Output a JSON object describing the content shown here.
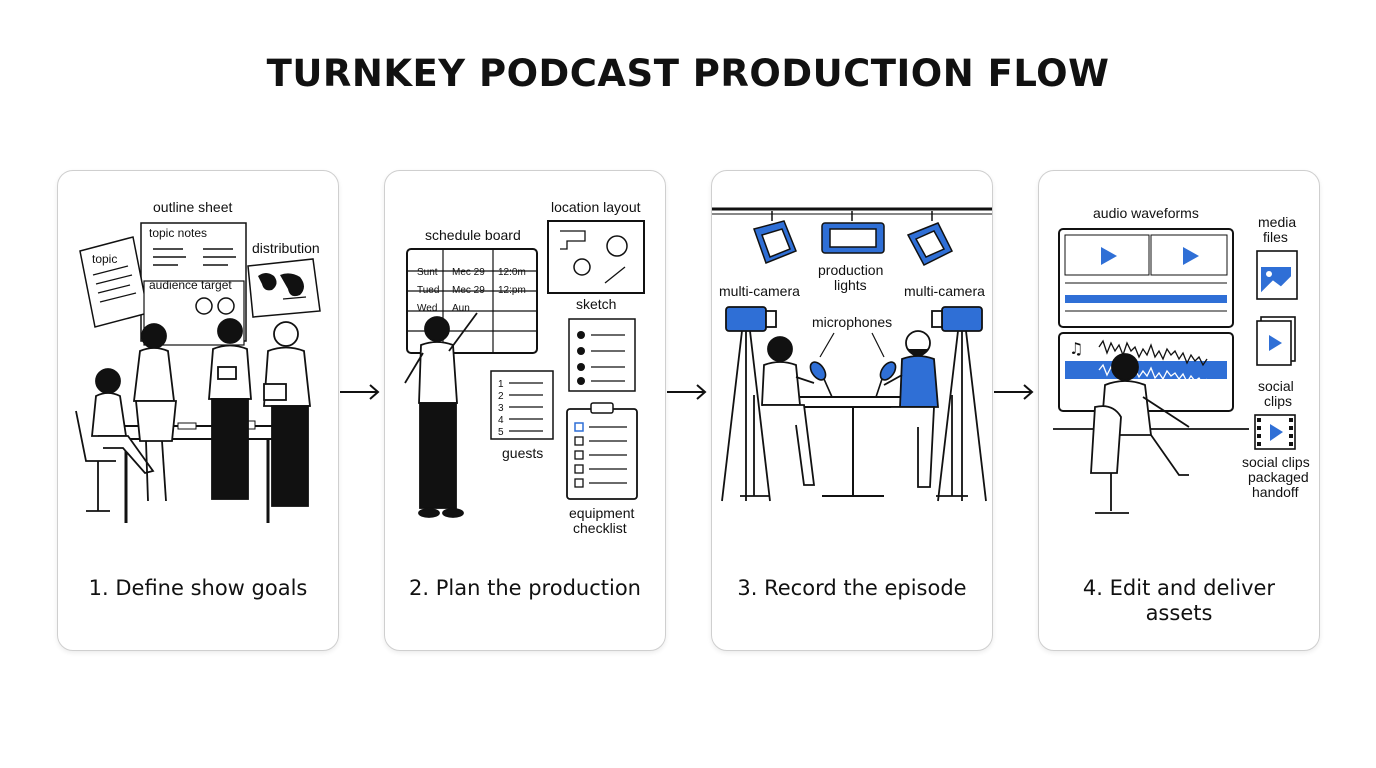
{
  "title": "TURNKEY PODCAST PRODUCTION FLOW",
  "accent_color": "#2f6fd6",
  "steps": [
    {
      "label": "1. Define show goals",
      "annotations": {
        "outline_sheet": "outline sheet",
        "topic_notes": "topic notes",
        "topic": "topic",
        "distribution": "distribution",
        "audience_target": "audience target"
      }
    },
    {
      "label": "2. Plan the production",
      "annotations": {
        "location_layout": "location layout",
        "schedule_board": "schedule board",
        "sketch": "sketch",
        "guests": "guests",
        "equipment_checklist_1": "equipment",
        "equipment_checklist_2": "checklist"
      },
      "schedule": [
        [
          "Sunt",
          "Mec 29",
          "12:0m"
        ],
        [
          "Tued",
          "Mec 29",
          "12:pm"
        ],
        [
          "Wed",
          "Aun",
          ""
        ]
      ],
      "guest_numbers": [
        "1",
        "2",
        "3",
        "4",
        "5"
      ]
    },
    {
      "label": "3. Record the episode",
      "annotations": {
        "production_lights_1": "production",
        "production_lights_2": "lights",
        "multi_camera_left": "multi-camera",
        "multi_camera_right": "multi-camera",
        "microphones": "microphones"
      }
    },
    {
      "label_line1": "4. Edit and deliver",
      "label_line2": "assets",
      "annotations": {
        "audio_waveforms": "audio waveforms",
        "media_files_1": "media",
        "media_files_2": "files",
        "social_clips_1": "social",
        "social_clips_2": "clips",
        "handoff_1": "social clips",
        "handoff_2": "packaged",
        "handoff_3": "handoff"
      }
    }
  ]
}
